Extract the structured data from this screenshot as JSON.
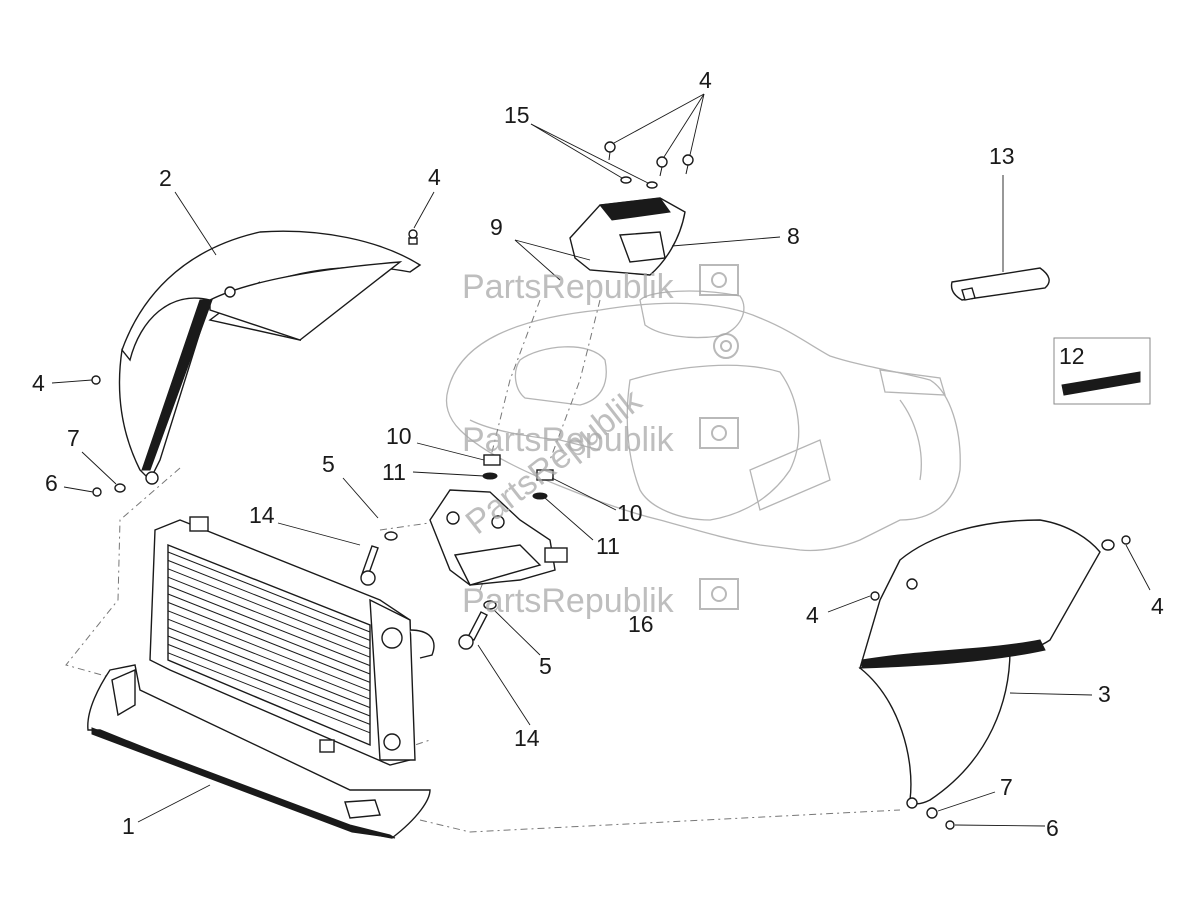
{
  "watermark": {
    "text": "PartsRepublik",
    "icon": "gear-flag-icon"
  },
  "callouts": {
    "c1": "1",
    "c2": "2",
    "c3": "3",
    "c4a": "4",
    "c4b": "4",
    "c4c": "4",
    "c4d": "4",
    "c4e": "4",
    "c5a": "5",
    "c5b": "5",
    "c6a": "6",
    "c6b": "6",
    "c7a": "7",
    "c7b": "7",
    "c8": "8",
    "c9": "9",
    "c10a": "10",
    "c10b": "10",
    "c11a": "11",
    "c11b": "11",
    "c12": "12",
    "c13": "13",
    "c14a": "14",
    "c14b": "14",
    "c15": "15",
    "c16": "16"
  }
}
